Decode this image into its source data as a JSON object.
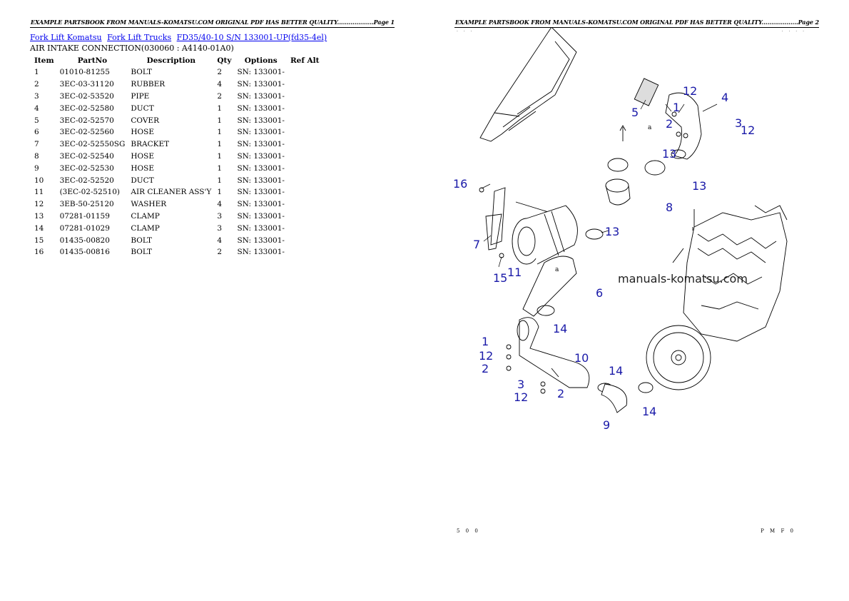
{
  "pages": [
    {
      "header": "EXAMPLE PARTSBOOK FROM MANUALS-KOMATSU.COM ORIGINAL PDF HAS BETTER QUALITY...................Page 1"
    },
    {
      "header": "EXAMPLE PARTSBOOK FROM MANUALS-KOMATSU.COM ORIGINAL PDF HAS BETTER QUALITY...................Page 2"
    }
  ],
  "breadcrumb": [
    "Fork Lift Komatsu",
    "Fork Lift Trucks",
    "FD35/40-10 S/N 133001-UP(fd35-4el)"
  ],
  "section_title": "AIR INTAKE CONNECTION(030060 : A4140-01A0)",
  "table": {
    "columns": [
      "Item",
      "PartNo",
      "Description",
      "Qty",
      "Options",
      "Ref Alt"
    ],
    "rows": [
      [
        "1",
        "01010-81255",
        "BOLT",
        "2",
        "SN: 133001-",
        ""
      ],
      [
        "2",
        "3EC-03-31120",
        "RUBBER",
        "4",
        "SN: 133001-",
        ""
      ],
      [
        "3",
        "3EC-02-53520",
        "PIPE",
        "2",
        "SN: 133001-",
        ""
      ],
      [
        "4",
        "3EC-02-52580",
        "DUCT",
        "1",
        "SN: 133001-",
        ""
      ],
      [
        "5",
        "3EC-02-52570",
        "COVER",
        "1",
        "SN: 133001-",
        ""
      ],
      [
        "6",
        "3EC-02-52560",
        "HOSE",
        "1",
        "SN: 133001-",
        ""
      ],
      [
        "7",
        "3EC-02-52550SG",
        "BRACKET",
        "1",
        "SN: 133001-",
        ""
      ],
      [
        "8",
        "3EC-02-52540",
        "HOSE",
        "1",
        "SN: 133001-",
        ""
      ],
      [
        "9",
        "3EC-02-52530",
        "HOSE",
        "1",
        "SN: 133001-",
        ""
      ],
      [
        "10",
        "3EC-02-52520",
        "DUCT",
        "1",
        "SN: 133001-",
        ""
      ],
      [
        "11",
        "(3EC-02-52510)",
        "AIR CLEANER ASS'Y",
        "1",
        "SN: 133001-",
        ""
      ],
      [
        "12",
        "3EB-50-25120",
        "WASHER",
        "4",
        "SN: 133001-",
        ""
      ],
      [
        "13",
        "07281-01159",
        "CLAMP",
        "3",
        "SN: 133001-",
        ""
      ],
      [
        "14",
        "07281-01029",
        "CLAMP",
        "3",
        "SN: 133001-",
        ""
      ],
      [
        "15",
        "01435-00820",
        "BOLT",
        "4",
        "SN: 133001-",
        ""
      ],
      [
        "16",
        "01435-00816",
        "BOLT",
        "2",
        "SN: 133001-",
        ""
      ]
    ]
  },
  "diagram": {
    "watermark": "manuals-komatsu.com",
    "view_mark": "a",
    "callouts": [
      "1",
      "12",
      "4",
      "5",
      "2",
      "3",
      "12",
      "13",
      "13",
      "8",
      "16",
      "13",
      "7",
      "11",
      "15",
      "6",
      "14",
      "1",
      "12",
      "2",
      "10",
      "14",
      "3",
      "2",
      "12",
      "9",
      "14"
    ],
    "footer_left": "5 0 0",
    "footer_right": "P M F 0"
  },
  "colors": {
    "callout": "#1a1aa8",
    "link": "#0000ee"
  }
}
